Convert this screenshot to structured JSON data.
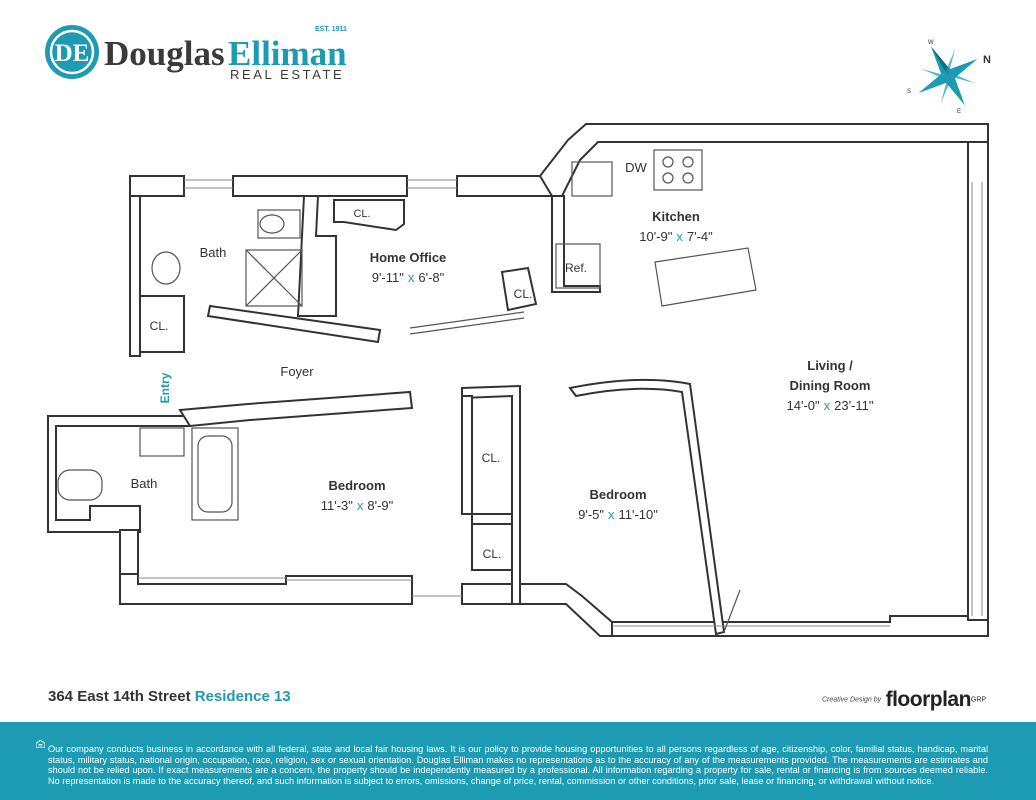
{
  "brand": {
    "name_part1": "Douglas",
    "name_part2": "Elliman",
    "tagline": "REAL ESTATE",
    "established": "EST. 1911",
    "monogram": "DE",
    "colors": {
      "teal": "#1d9bb2",
      "dark": "#3a3a3a"
    }
  },
  "compass": {
    "north": "N",
    "south": "S",
    "east": "E",
    "west": "W"
  },
  "plan_labels": {
    "bath1": "Bath",
    "closet_bath1": "CL.",
    "closet_office": "CL.",
    "home_office": "Home Office",
    "home_office_dim_a": "9'-11\"",
    "home_office_dim_b": "6'-8\"",
    "closet_kitchen": "CL.",
    "dishwasher": "DW",
    "kitchen": "Kitchen",
    "kitchen_dim_a": "10'-9\"",
    "kitchen_dim_b": "7'-4\"",
    "refrigerator": "Ref.",
    "foyer": "Foyer",
    "entry": "Entry",
    "living_1": "Living /",
    "living_2": "Dining Room",
    "living_dim_a": "14'-0\"",
    "living_dim_b": "23'-11\"",
    "bath2": "Bath",
    "bedroom1": "Bedroom",
    "bedroom1_dim_a": "11'-3\"",
    "bedroom1_dim_b": "8'-9\"",
    "closet_bed_1": "CL.",
    "closet_bed_2": "CL.",
    "bedroom2": "Bedroom",
    "bedroom2_dim_a": "9'-5\"",
    "bedroom2_dim_b": "11'-10\"",
    "times": "x"
  },
  "address": {
    "street": "364 East 14th Street",
    "residence": "Residence 13"
  },
  "credit": {
    "prefix": "Creative Design by",
    "brand": "floorplan",
    "suffix": "GRP"
  },
  "disclaimer": "Our company conducts business in accordance with all federal, state and local fair housing laws. It is our policy to provide housing opportunities to all persons regardless of age, citizenship, color, familial status, handicap, marital status, military status, national origin, occupation, race, religion, sex or sexual orientation. Douglas Elliman makes no representations as to the accuracy of any of the measurements provided. The measurements are estimates and should not be relied upon. If exact measurements are a concern, the property should be independently measured by a professional. All information regarding a property for sale, rental or financing is from sources deemed reliable. No representation is made to the accuracy thereof, and such information is subject to errors, omissions, change of price, rental, commission or other conditions, prior sale, lease or financing, or withdrawal without notice."
}
